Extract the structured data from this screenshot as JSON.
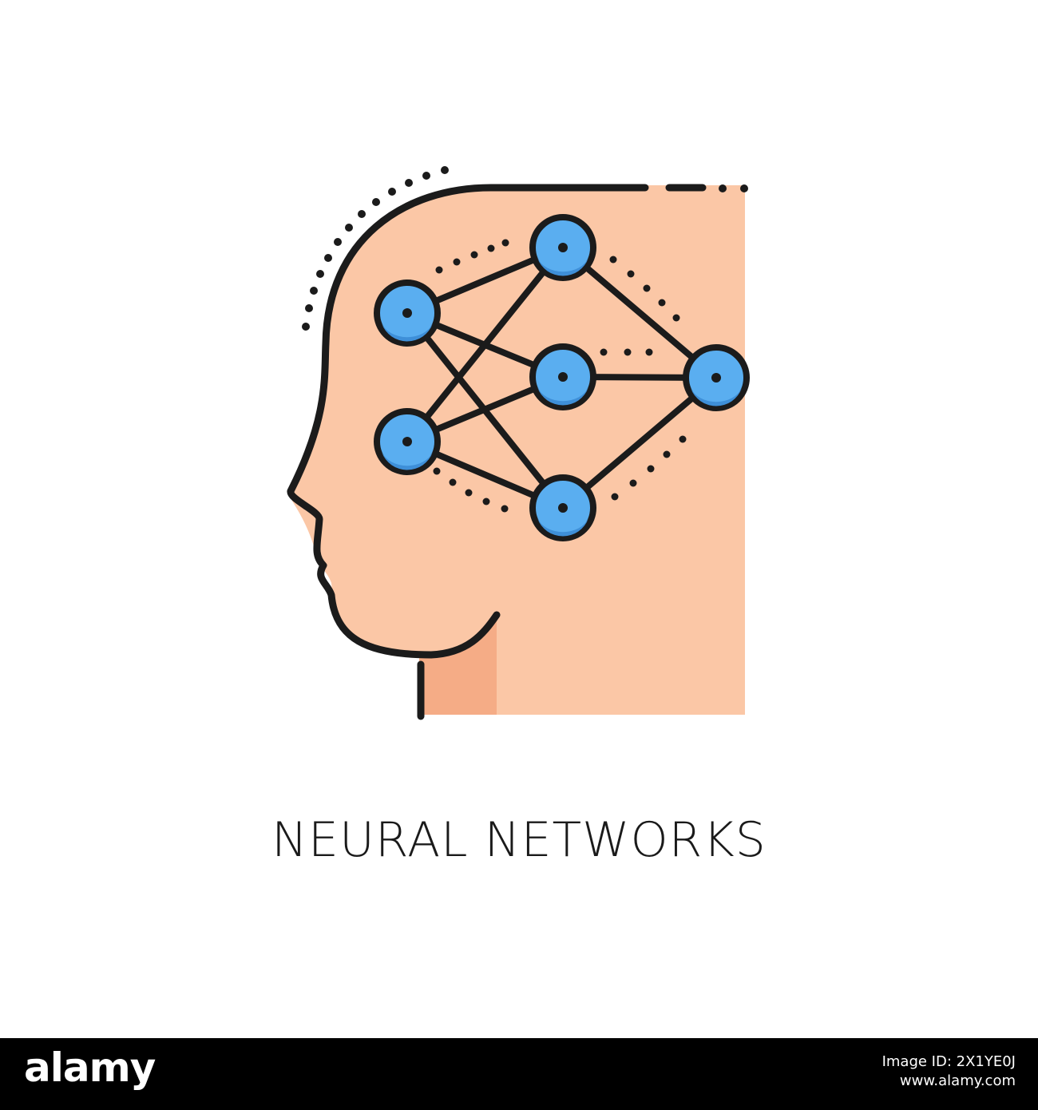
{
  "caption": "NEURAL NETWORKS",
  "footer": {
    "brand": "alamy",
    "image_id": "Image ID: 2X1YE0J",
    "site": "www.alamy.com"
  },
  "colors": {
    "skin": "#fbc7a6",
    "neck_shadow": "#f5ac86",
    "node_fill": "#5aaef0",
    "node_highlight": "#3e8fd8",
    "outline": "#1b1b1b",
    "footer_bg": "#000000"
  },
  "icons": {
    "main": "head-neural-network-icon"
  }
}
